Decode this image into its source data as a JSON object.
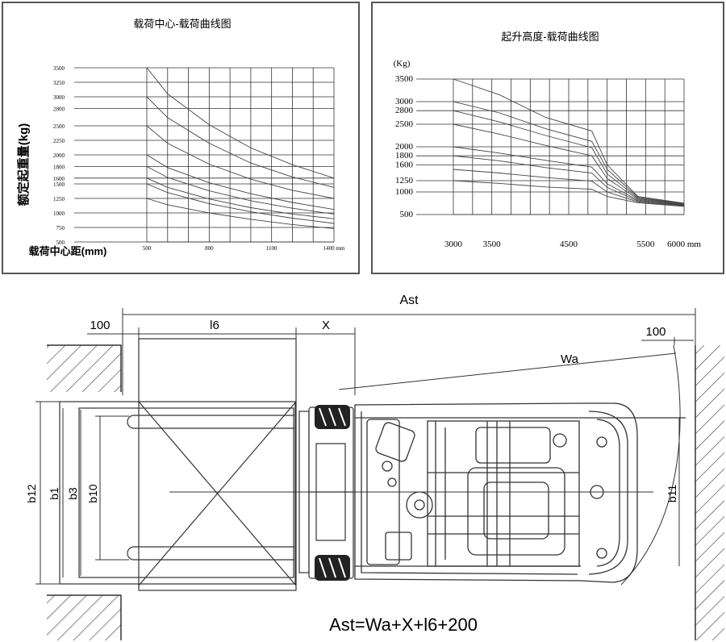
{
  "chart_data": [
    {
      "type": "line",
      "title": "载荷中心-载荷曲线图",
      "ylabel": "额定起重量(kg)",
      "xlabel": "载荷中心距(mm)",
      "yticks": [
        "3500",
        "3250",
        "3000",
        "2800",
        "2500",
        "2250",
        "2000",
        "1800",
        "1600",
        "1500",
        "1250",
        "1000",
        "750",
        "500"
      ],
      "xticks": [
        "500",
        "800",
        "1100",
        "1400 mm"
      ],
      "xlim": [
        500,
        1400
      ],
      "ylim": [
        500,
        3500
      ],
      "grid": true,
      "series": [
        {
          "x": [
            500,
            600,
            800,
            1000,
            1200,
            1400
          ],
          "y": [
            3500,
            3050,
            2520,
            2120,
            1830,
            1600
          ]
        },
        {
          "x": [
            500,
            600,
            800,
            1000,
            1200,
            1400
          ],
          "y": [
            3000,
            2640,
            2200,
            1860,
            1620,
            1440
          ]
        },
        {
          "x": [
            500,
            600,
            800,
            1000,
            1200,
            1400
          ],
          "y": [
            2500,
            2200,
            1840,
            1580,
            1390,
            1250
          ]
        },
        {
          "x": [
            500,
            600,
            800,
            1000,
            1200,
            1400
          ],
          "y": [
            2000,
            1780,
            1520,
            1330,
            1180,
            1060
          ]
        },
        {
          "x": [
            500,
            600,
            800,
            1000,
            1200,
            1400
          ],
          "y": [
            1800,
            1610,
            1380,
            1210,
            1080,
            980
          ]
        },
        {
          "x": [
            500,
            600,
            800,
            1000,
            1200,
            1400
          ],
          "y": [
            1600,
            1440,
            1240,
            1090,
            980,
            900
          ]
        },
        {
          "x": [
            500,
            600,
            800,
            1000,
            1200,
            1400
          ],
          "y": [
            1500,
            1350,
            1160,
            1020,
            910,
            820
          ]
        },
        {
          "x": [
            500,
            600,
            800,
            1000,
            1200,
            1400
          ],
          "y": [
            1250,
            1140,
            1000,
            890,
            800,
            730
          ]
        }
      ]
    },
    {
      "type": "line",
      "title": "起升高度-载荷曲线图",
      "yunit": "(Kg)",
      "yticks": [
        "3500",
        "3000",
        "2800",
        "2500",
        "2000",
        "1800",
        "1600",
        "1250",
        "1000",
        "500"
      ],
      "xticks": [
        "3000",
        "3500",
        "4500",
        "5500",
        "6000 mm"
      ],
      "xlim": [
        3000,
        6000
      ],
      "ylim": [
        500,
        3500
      ],
      "grid": true,
      "series": [
        {
          "x": [
            3000,
            3600,
            4200,
            4800,
            5000,
            5400,
            6000
          ],
          "y": [
            3500,
            3150,
            2650,
            2350,
            1600,
            900,
            750
          ]
        },
        {
          "x": [
            3000,
            3600,
            4200,
            4800,
            5000,
            5400,
            6000
          ],
          "y": [
            3000,
            2750,
            2400,
            2120,
            1500,
            880,
            740
          ]
        },
        {
          "x": [
            3000,
            3600,
            4200,
            4800,
            5000,
            5400,
            6000
          ],
          "y": [
            2800,
            2550,
            2250,
            1980,
            1400,
            860,
            730
          ]
        },
        {
          "x": [
            3000,
            3600,
            4200,
            4800,
            5000,
            5400,
            6000
          ],
          "y": [
            2500,
            2280,
            2030,
            1800,
            1300,
            840,
            720
          ]
        },
        {
          "x": [
            3000,
            3600,
            4200,
            4800,
            5000,
            5400,
            6000
          ],
          "y": [
            2000,
            1860,
            1700,
            1550,
            1180,
            820,
            710
          ]
        },
        {
          "x": [
            3000,
            3600,
            4200,
            4800,
            5000,
            5400,
            6000
          ],
          "y": [
            1800,
            1690,
            1540,
            1420,
            1100,
            800,
            700
          ]
        },
        {
          "x": [
            3000,
            3600,
            4200,
            4800,
            5000,
            5400,
            6000
          ],
          "y": [
            1500,
            1420,
            1320,
            1240,
            1000,
            780,
            690
          ]
        },
        {
          "x": [
            3000,
            3600,
            4200,
            4800,
            5000,
            5400,
            6000
          ],
          "y": [
            1250,
            1190,
            1110,
            1060,
            900,
            760,
            680
          ]
        }
      ]
    }
  ],
  "layout": {
    "labels": {
      "ast": "Ast",
      "left_offset": "100",
      "l6": "l6",
      "x": "X",
      "right_offset": "100",
      "wa": "Wa",
      "b12": "b12",
      "b1": "b1",
      "b3": "b3",
      "b10": "b10",
      "b11": "b11"
    },
    "formula": "Ast=Wa+X+l6+200"
  }
}
